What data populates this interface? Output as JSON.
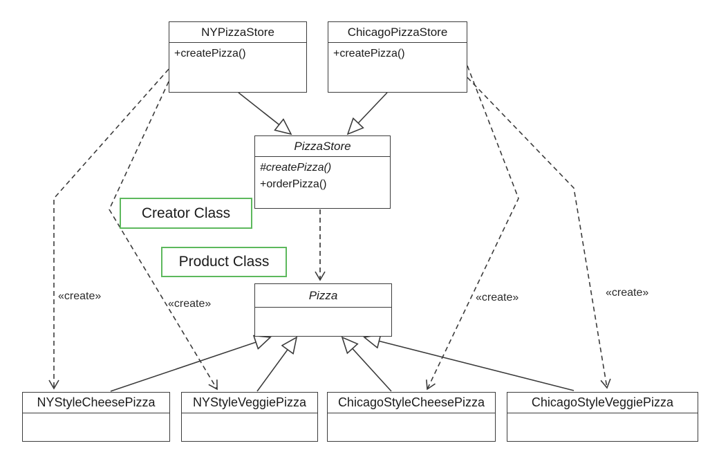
{
  "diagram": {
    "type": "uml-class-diagram",
    "pattern": "Factory Method",
    "classes": [
      {
        "name": "NYPizzaStore",
        "abstract": false,
        "methods": [
          "+createPizza()"
        ]
      },
      {
        "name": "ChicagoPizzaStore",
        "abstract": false,
        "methods": [
          "+createPizza()"
        ]
      },
      {
        "name": "PizzaStore",
        "abstract": true,
        "methods": [
          "#createPizza()",
          "+orderPizza()"
        ]
      },
      {
        "name": "Pizza",
        "abstract": true,
        "methods": []
      },
      {
        "name": "NYStyleCheesePizza",
        "abstract": false,
        "methods": []
      },
      {
        "name": "NYStyleVeggiePizza",
        "abstract": false,
        "methods": []
      },
      {
        "name": "ChicagoStyleCheesePizza",
        "abstract": false,
        "methods": []
      },
      {
        "name": "ChicagoStyleVeggiePizza",
        "abstract": false,
        "methods": []
      }
    ],
    "annotations": [
      {
        "label": "Creator Class"
      },
      {
        "label": "Product Class"
      }
    ],
    "relationships": [
      {
        "from": "NYPizzaStore",
        "to": "PizzaStore",
        "type": "generalization"
      },
      {
        "from": "ChicagoPizzaStore",
        "to": "PizzaStore",
        "type": "generalization"
      },
      {
        "from": "PizzaStore",
        "to": "Pizza",
        "type": "dependency"
      },
      {
        "from": "NYStyleCheesePizza",
        "to": "Pizza",
        "type": "generalization"
      },
      {
        "from": "NYStyleVeggiePizza",
        "to": "Pizza",
        "type": "generalization"
      },
      {
        "from": "ChicagoStyleCheesePizza",
        "to": "Pizza",
        "type": "generalization"
      },
      {
        "from": "ChicagoStyleVeggiePizza",
        "to": "Pizza",
        "type": "generalization"
      },
      {
        "from": "NYPizzaStore",
        "to": "NYStyleCheesePizza",
        "type": "create-dependency",
        "label": "«create»"
      },
      {
        "from": "NYPizzaStore",
        "to": "NYStyleVeggiePizza",
        "type": "create-dependency",
        "label": "«create»"
      },
      {
        "from": "ChicagoPizzaStore",
        "to": "ChicagoStyleCheesePizza",
        "type": "create-dependency",
        "label": "«create»"
      },
      {
        "from": "ChicagoPizzaStore",
        "to": "ChicagoStyleVeggiePizza",
        "type": "create-dependency",
        "label": "«create»"
      }
    ],
    "colors": {
      "annotation_border": "#5cb85c",
      "box_border": "#3a3a3a",
      "line": "#3a3a3a",
      "background": "#ffffff"
    }
  }
}
